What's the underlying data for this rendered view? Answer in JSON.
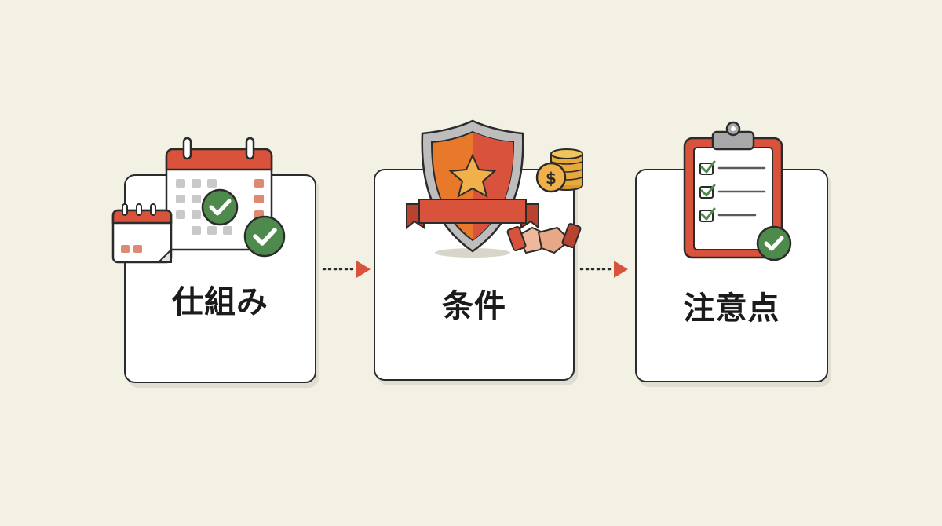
{
  "steps": [
    {
      "label": "仕組み",
      "icon": "calendar-check-icon"
    },
    {
      "label": "条件",
      "icon": "shield-star-handshake-icon"
    },
    {
      "label": "注意点",
      "icon": "clipboard-checklist-icon"
    }
  ],
  "colors": {
    "background": "#f3f1e4",
    "accent_red": "#d9533c",
    "accent_orange": "#e8792b",
    "check_green": "#4f8a4d",
    "coin_gold": "#e6a93a"
  }
}
